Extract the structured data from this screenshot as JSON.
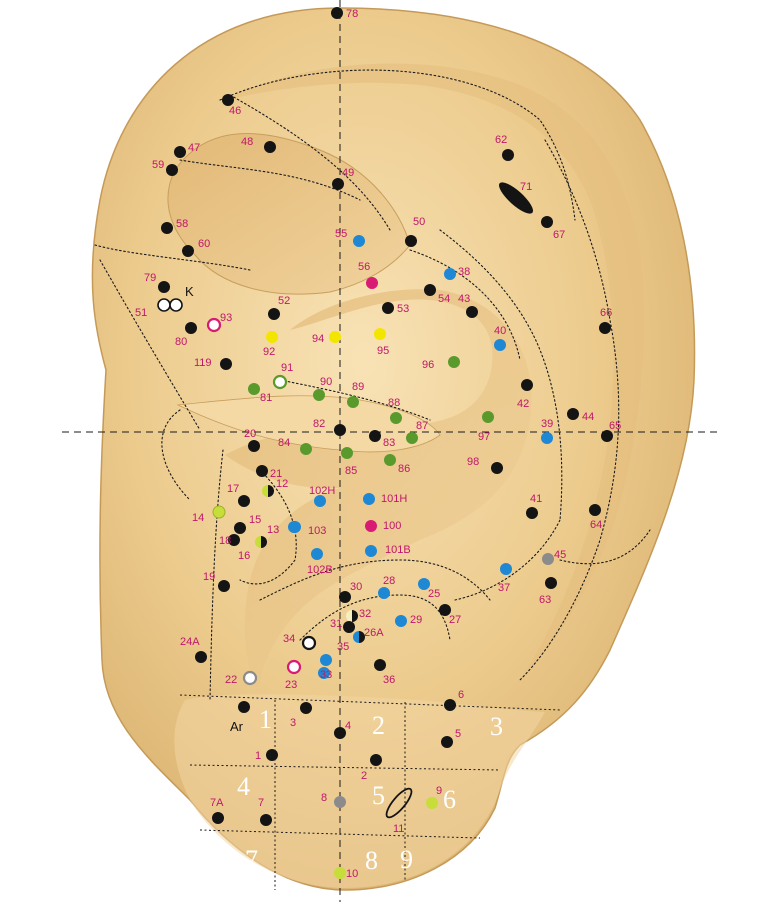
{
  "colors": {
    "black": "#141414",
    "blue": "#1e88d4",
    "green": "#5a9a2c",
    "yellow": "#f2e600",
    "magenta": "#d81b73",
    "gray": "#8b8b8b",
    "lime": "#c7dd3a",
    "label": "#c0176b"
  },
  "points": [
    {
      "label": "78",
      "c": "black"
    },
    {
      "label": "46",
      "c": "black"
    },
    {
      "label": "48",
      "c": "black"
    },
    {
      "label": "47",
      "c": "black"
    },
    {
      "label": "59",
      "c": "black"
    },
    {
      "label": "49",
      "c": "black"
    },
    {
      "label": "62",
      "c": "black"
    },
    {
      "label": "67",
      "c": "black"
    },
    {
      "label": "58",
      "c": "black"
    },
    {
      "label": "60",
      "c": "black"
    },
    {
      "label": "55",
      "c": "blue"
    },
    {
      "label": "50",
      "c": "black"
    },
    {
      "label": "56",
      "c": "magenta"
    },
    {
      "label": "38",
      "c": "blue"
    },
    {
      "label": "79",
      "c": "black"
    },
    {
      "label": "52",
      "c": "black"
    },
    {
      "label": "53",
      "c": "black"
    },
    {
      "label": "54",
      "c": "black"
    },
    {
      "label": "43",
      "c": "black"
    },
    {
      "label": "66",
      "c": "black"
    },
    {
      "label": "80",
      "c": "black"
    },
    {
      "label": "92",
      "c": "yellow"
    },
    {
      "label": "94",
      "c": "yellow"
    },
    {
      "label": "95",
      "c": "yellow"
    },
    {
      "label": "40",
      "c": "blue"
    },
    {
      "label": "119",
      "c": "black"
    },
    {
      "label": "96",
      "c": "green"
    },
    {
      "label": "81",
      "c": "green"
    },
    {
      "label": "90",
      "c": "green"
    },
    {
      "label": "89",
      "c": "green"
    },
    {
      "label": "42",
      "c": "black"
    },
    {
      "label": "88",
      "c": "green"
    },
    {
      "label": "97",
      "c": "green"
    },
    {
      "label": "44",
      "c": "black"
    },
    {
      "label": "82",
      "c": "black"
    },
    {
      "label": "87",
      "c": "green"
    },
    {
      "label": "39",
      "c": "blue"
    },
    {
      "label": "65",
      "c": "black"
    },
    {
      "label": "20",
      "c": "black"
    },
    {
      "label": "84",
      "c": "green"
    },
    {
      "label": "83",
      "c": "black"
    },
    {
      "label": "85",
      "c": "green"
    },
    {
      "label": "86",
      "c": "green"
    },
    {
      "label": "98",
      "c": "black"
    },
    {
      "label": "21",
      "c": "black"
    },
    {
      "label": "102H",
      "c": "blue"
    },
    {
      "label": "101H",
      "c": "blue"
    },
    {
      "label": "17",
      "c": "black"
    },
    {
      "label": "41",
      "c": "black"
    },
    {
      "label": "64",
      "c": "black"
    },
    {
      "label": "15",
      "c": "black"
    },
    {
      "label": "103",
      "c": "blue"
    },
    {
      "label": "100",
      "c": "magenta"
    },
    {
      "label": "18",
      "c": "black"
    },
    {
      "label": "101B",
      "c": "blue"
    },
    {
      "label": "102B",
      "c": "blue"
    },
    {
      "label": "45",
      "c": "gray"
    },
    {
      "label": "37",
      "c": "blue"
    },
    {
      "label": "19",
      "c": "black"
    },
    {
      "label": "30",
      "c": "black"
    },
    {
      "label": "28",
      "c": "blue"
    },
    {
      "label": "25",
      "c": "blue"
    },
    {
      "label": "63",
      "c": "black"
    },
    {
      "label": "27",
      "c": "black"
    },
    {
      "label": "29",
      "c": "blue"
    },
    {
      "label": "35",
      "c": "blue"
    },
    {
      "label": "24A",
      "c": "black"
    },
    {
      "label": "33",
      "c": "blue"
    },
    {
      "label": "36",
      "c": "black"
    },
    {
      "label": "6",
      "c": "black"
    },
    {
      "label": "3",
      "c": "black"
    },
    {
      "label": "4",
      "c": "black"
    },
    {
      "label": "5",
      "c": "black"
    },
    {
      "label": "1",
      "c": "black"
    },
    {
      "label": "2",
      "c": "black"
    },
    {
      "label": "8",
      "c": "gray"
    },
    {
      "label": "9",
      "c": "lime"
    },
    {
      "label": "7A",
      "c": "black"
    },
    {
      "label": "7",
      "c": "black"
    },
    {
      "label": "10",
      "c": "lime"
    }
  ],
  "special_points": [
    {
      "label": "51",
      "c": "double-ring"
    },
    {
      "label": "K",
      "c": "marker"
    },
    {
      "label": "93",
      "c": "magenta-ring"
    },
    {
      "label": "91",
      "c": "green-ring"
    },
    {
      "label": "12",
      "c": "half-green"
    },
    {
      "label": "14",
      "c": "lime-ring"
    },
    {
      "label": "13",
      "c": "blue"
    },
    {
      "label": "16",
      "c": "half-green"
    },
    {
      "label": "32",
      "c": "half-yellow"
    },
    {
      "label": "31",
      "c": "black"
    },
    {
      "label": "26A",
      "c": "half-blue"
    },
    {
      "label": "34",
      "c": "black-ring"
    },
    {
      "label": "23",
      "c": "magenta-ring"
    },
    {
      "label": "22",
      "c": "gray-ring"
    },
    {
      "label": "71",
      "c": "black-ellipse"
    },
    {
      "label": "11",
      "c": "open-ellipse"
    },
    {
      "label": "Ar",
      "c": "black"
    }
  ],
  "zones": [
    "1",
    "2",
    "3",
    "4",
    "5",
    "6",
    "7",
    "8",
    "9"
  ]
}
